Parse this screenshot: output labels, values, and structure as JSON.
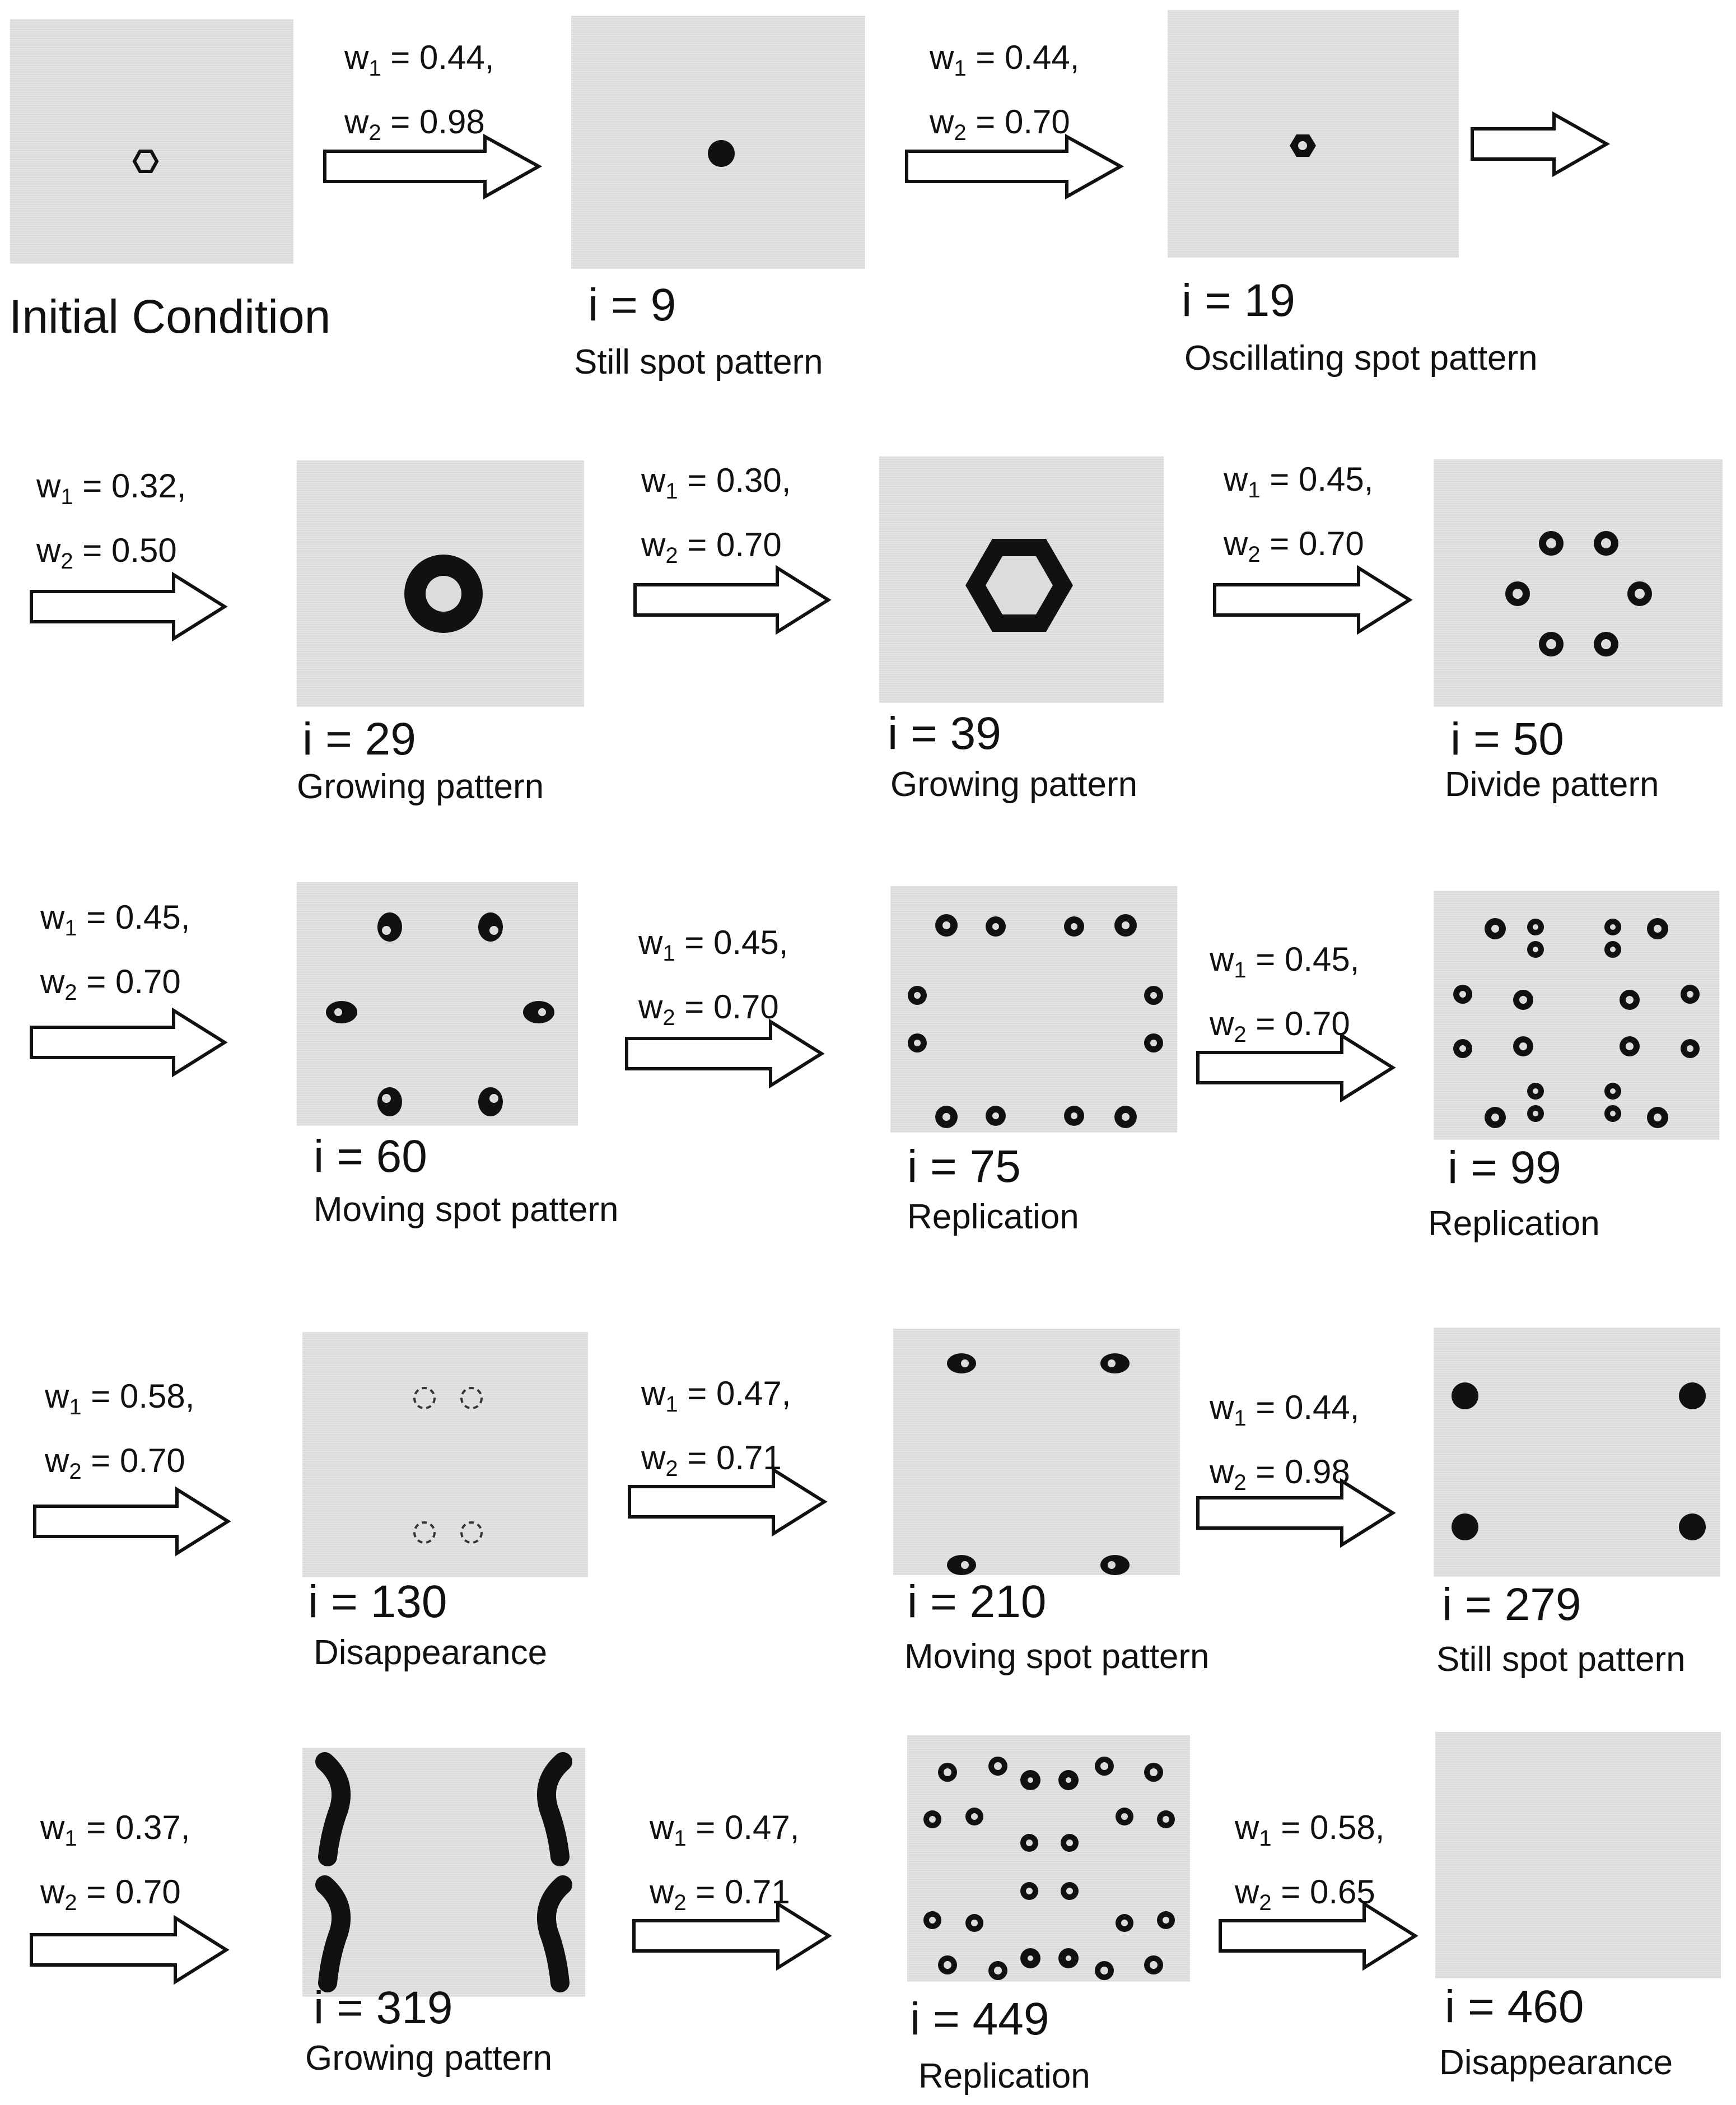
{
  "initial_label": "Initial Condition",
  "param_symbol_1": "w",
  "param_symbol_2": "w",
  "panels": [
    {
      "id": "p0",
      "iteration": "",
      "description": ""
    },
    {
      "id": "p1",
      "iteration": "i = 9",
      "description": "Still spot pattern"
    },
    {
      "id": "p2",
      "iteration": "i = 19",
      "description": "Oscillating spot pattern"
    },
    {
      "id": "p3",
      "iteration": "i = 29",
      "description": "Growing pattern"
    },
    {
      "id": "p4",
      "iteration": "i = 39",
      "description": "Growing pattern"
    },
    {
      "id": "p5",
      "iteration": "i = 50",
      "description": "Divide pattern"
    },
    {
      "id": "p6",
      "iteration": "i = 60",
      "description": "Moving spot pattern"
    },
    {
      "id": "p7",
      "iteration": "i = 75",
      "description": "Replication"
    },
    {
      "id": "p8",
      "iteration": "i = 99",
      "description": "Replication"
    },
    {
      "id": "p9",
      "iteration": "i = 130",
      "description": "Disappearance"
    },
    {
      "id": "p10",
      "iteration": "i = 210",
      "description": "Moving spot pattern"
    },
    {
      "id": "p11",
      "iteration": "i = 279",
      "description": "Still spot pattern"
    },
    {
      "id": "p12",
      "iteration": "i = 319",
      "description": "Growing pattern"
    },
    {
      "id": "p13",
      "iteration": "i = 449",
      "description": "Replication"
    },
    {
      "id": "p14",
      "iteration": "i = 460",
      "description": "Disappearance"
    }
  ],
  "transitions": [
    {
      "w1": "= 0.44,",
      "w2": "= 0.98"
    },
    {
      "w1": "= 0.44,",
      "w2": "= 0.70"
    },
    {
      "w1": "",
      "w2": ""
    },
    {
      "w1": "= 0.32,",
      "w2": "= 0.50"
    },
    {
      "w1": "= 0.30,",
      "w2": "= 0.70"
    },
    {
      "w1": "= 0.45,",
      "w2": "= 0.70"
    },
    {
      "w1": "= 0.45,",
      "w2": "= 0.70"
    },
    {
      "w1": "= 0.45,",
      "w2": "= 0.70"
    },
    {
      "w1": "= 0.45,",
      "w2": "= 0.70"
    },
    {
      "w1": "= 0.58,",
      "w2": "= 0.70"
    },
    {
      "w1": "= 0.47,",
      "w2": "= 0.71"
    },
    {
      "w1": "= 0.44,",
      "w2": "= 0.98"
    },
    {
      "w1": "= 0.37,",
      "w2": "= 0.70"
    },
    {
      "w1": "= 0.47,",
      "w2": "= 0.71"
    },
    {
      "w1": "= 0.58,",
      "w2": "= 0.65"
    }
  ],
  "subscripts": {
    "one": "1",
    "two": "2"
  },
  "colors": {
    "panel": "#dcdcdc",
    "pattern": "#111111",
    "arrow_stroke": "#111111",
    "arrow_fill": "#ffffff"
  }
}
